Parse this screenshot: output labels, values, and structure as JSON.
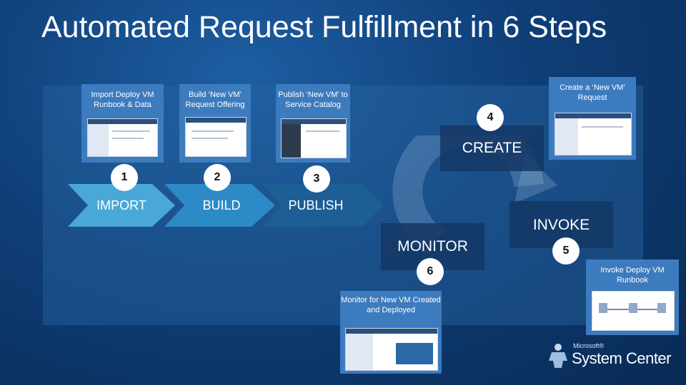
{
  "title": "Automated Request Fulfillment in 6 Steps",
  "cards": {
    "import": "Import Deploy VM Runbook & Data",
    "build": "Build ‘New VM’ Request Offering",
    "publish": "Publish ‘New VM’ to Service Catalog",
    "create": "Create a ‘New VM’ Request",
    "monitor": "Monitor for New VM Created and Deployed",
    "invoke": "Invoke Deploy VM Runbook"
  },
  "steps": {
    "s1": {
      "num": "1",
      "label": "IMPORT"
    },
    "s2": {
      "num": "2",
      "label": "BUILD"
    },
    "s3": {
      "num": "3",
      "label": "PUBLISH"
    },
    "s4": {
      "num": "4",
      "label": "CREATE"
    },
    "s5": {
      "num": "5",
      "label": "INVOKE"
    },
    "s6": {
      "num": "6",
      "label": "MONITOR"
    }
  },
  "logo": {
    "brand": "Microsoft®",
    "product": "System Center"
  },
  "colors": {
    "chevron_1": "#4aa8d8",
    "chevron_2": "#2c8ac7",
    "chevron_3": "#1d5f95",
    "card": "#3d7bbf"
  }
}
